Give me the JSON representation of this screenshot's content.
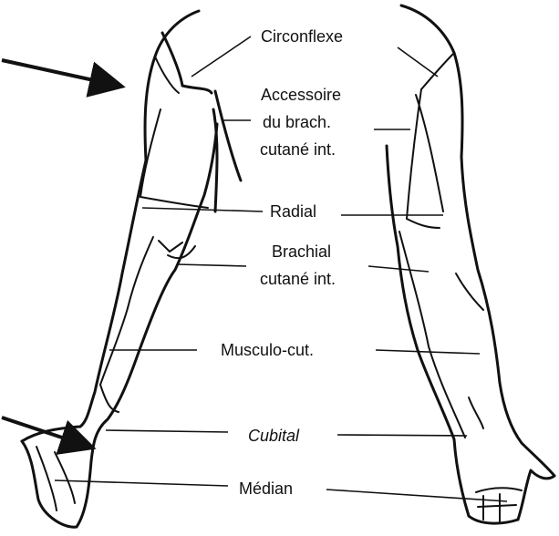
{
  "labels": {
    "circonflexe": "Circonflexe",
    "accessoire_line1": "Accessoire",
    "accessoire_line2": "du brach.",
    "accessoire_line3": "cutané int.",
    "radial": "Radial",
    "brachial_line1": "Brachial",
    "brachial_line2": "cutané int.",
    "musculo": "Musculo-cut.",
    "cubital": "Cubital",
    "median": "Médian"
  },
  "colors": {
    "ink": "#111111",
    "paper": "#ffffff"
  }
}
